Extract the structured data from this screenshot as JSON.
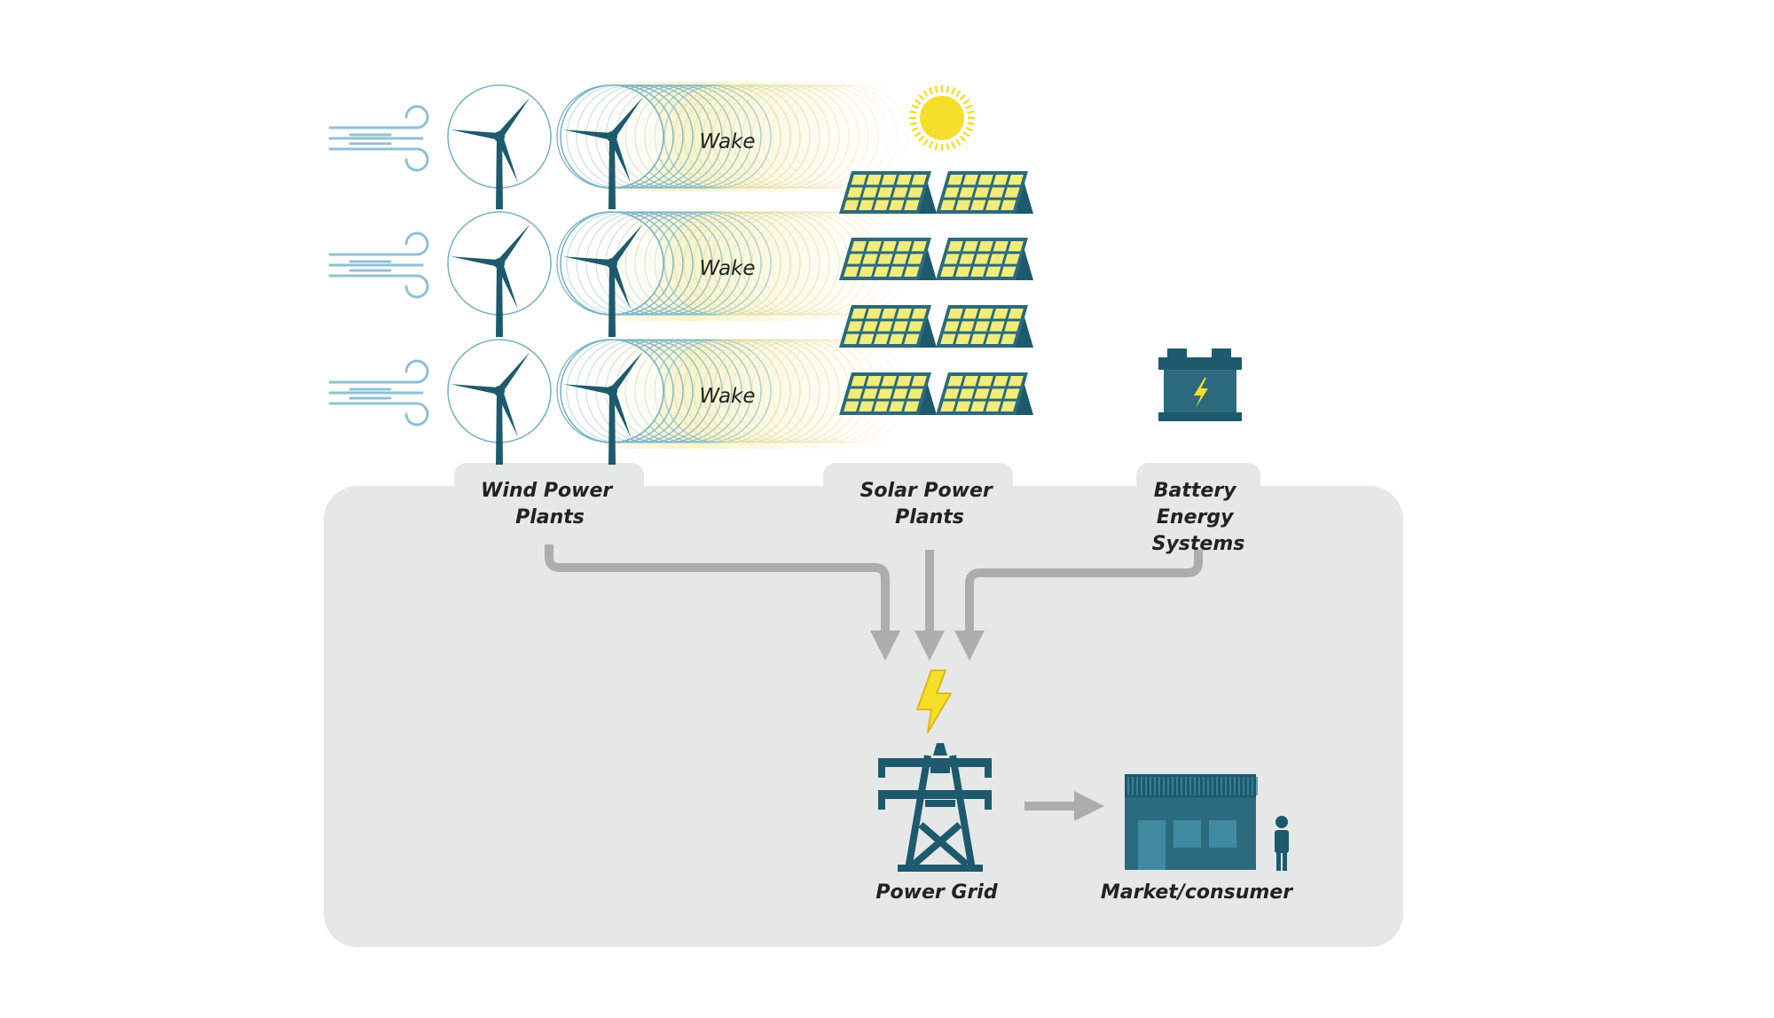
{
  "labels": {
    "wake": "Wake",
    "wind_line1": "Wind Power",
    "wind_line2": "Plants",
    "solar_line1": "Solar Power",
    "solar_line2": "Plants",
    "battery_line1": "Battery",
    "battery_line2": "Energy",
    "battery_line3": "Systems",
    "power_grid": "Power Grid",
    "market": "Market/consumer"
  },
  "icons": [
    "wind-icon",
    "wind-turbine-icon",
    "sun-icon",
    "solar-panel-icon",
    "battery-icon",
    "lightning-bolt-icon",
    "transmission-tower-icon",
    "building-icon",
    "person-icon"
  ],
  "colors": {
    "teal": "#1d5a6e",
    "panel_base": "#2c6b7d",
    "panel_cell": "#f2ec7a",
    "wind_lines": "#8fc1d6",
    "ring": "#7ab4c8",
    "sun": "#f6df2a",
    "arrow": "#adadad",
    "background_panel": "#e6e7e7"
  }
}
